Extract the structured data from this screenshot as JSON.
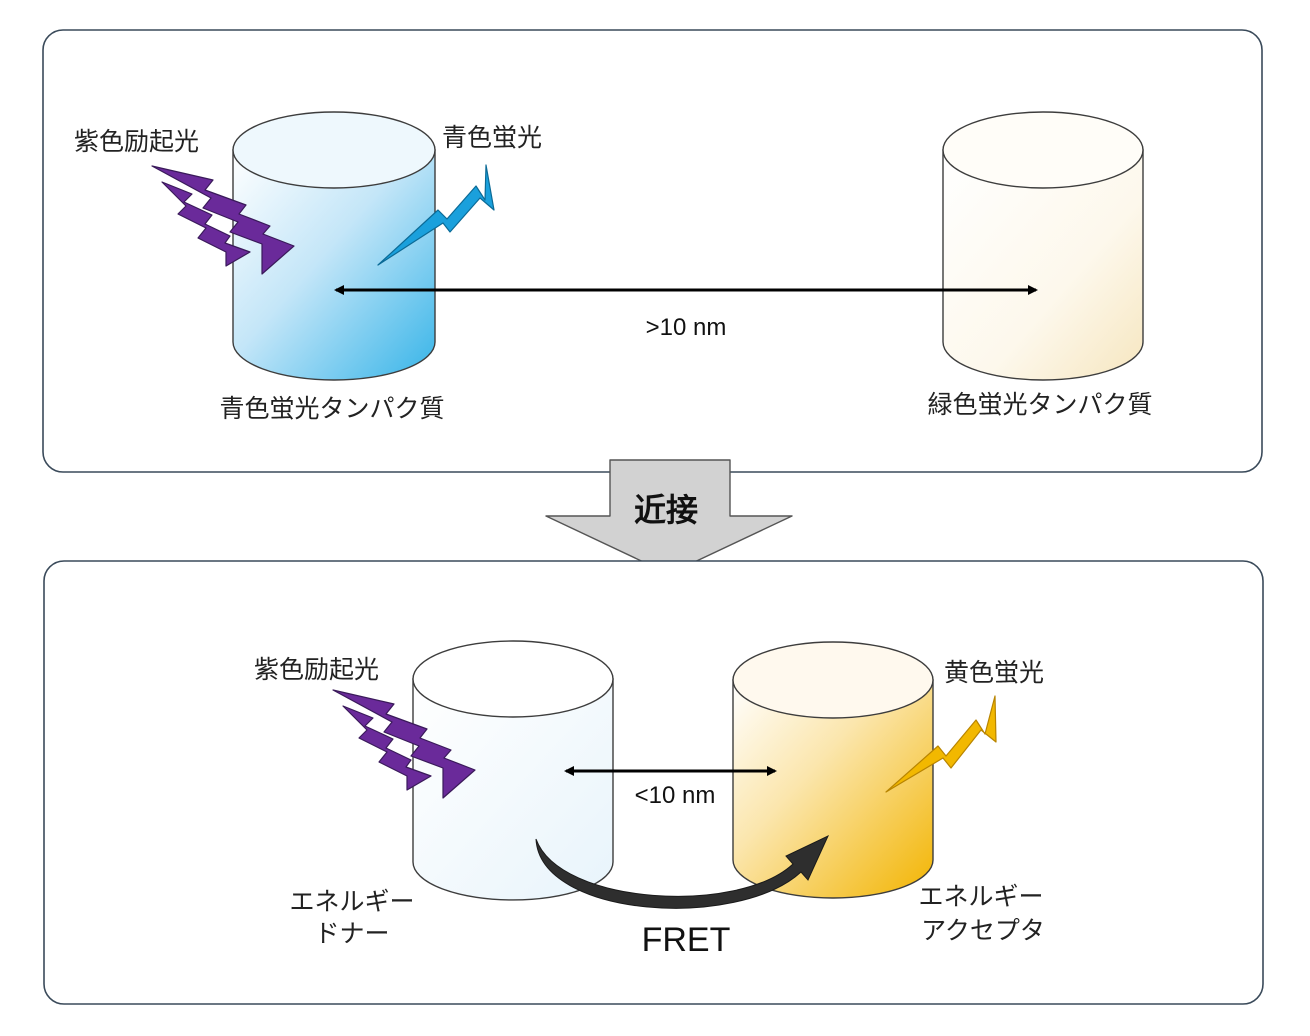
{
  "top_panel": {
    "excitation_label": "紫色励起光",
    "emission_label": "青色蛍光",
    "left_protein_label": "青色蛍光タンパク質",
    "right_protein_label": "緑色蛍光タンパク質",
    "distance_label": ">10 nm"
  },
  "transition": {
    "label": "近接"
  },
  "bottom_panel": {
    "excitation_label": "紫色励起光",
    "emission_label": "黄色蛍光",
    "donor_label_line1": "エネルギー",
    "donor_label_line2": "ドナー",
    "acceptor_label_line1": "エネルギー",
    "acceptor_label_line2": "アクセプタ",
    "distance_label": "<10 nm",
    "fret_label": "FRET"
  },
  "colors": {
    "excitation": "#6a2a9a",
    "blue_emission": "#1aa0dc",
    "yellow_emission": "#f2b800",
    "panel_border": "#3a4a5a"
  }
}
